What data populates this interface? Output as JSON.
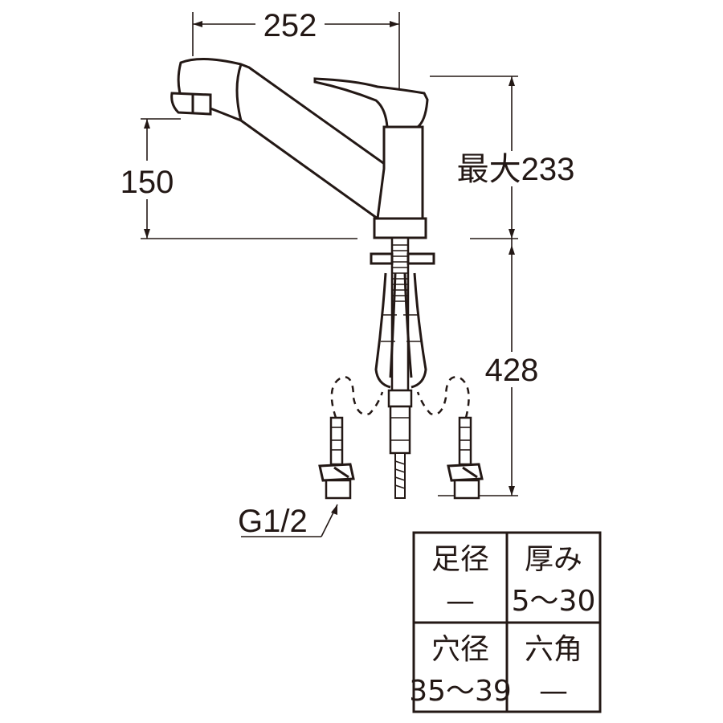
{
  "dimensions": {
    "width_252": "252",
    "height_150": "150",
    "height_max233": "最大233",
    "length_428": "428",
    "thread": "G1/2"
  },
  "spec_table": {
    "cells": [
      {
        "label": "足径",
        "value": "—"
      },
      {
        "label": "厚み",
        "value": "5～30"
      },
      {
        "label": "穴径",
        "value": "35～39"
      },
      {
        "label": "六角",
        "value": "—"
      }
    ]
  }
}
